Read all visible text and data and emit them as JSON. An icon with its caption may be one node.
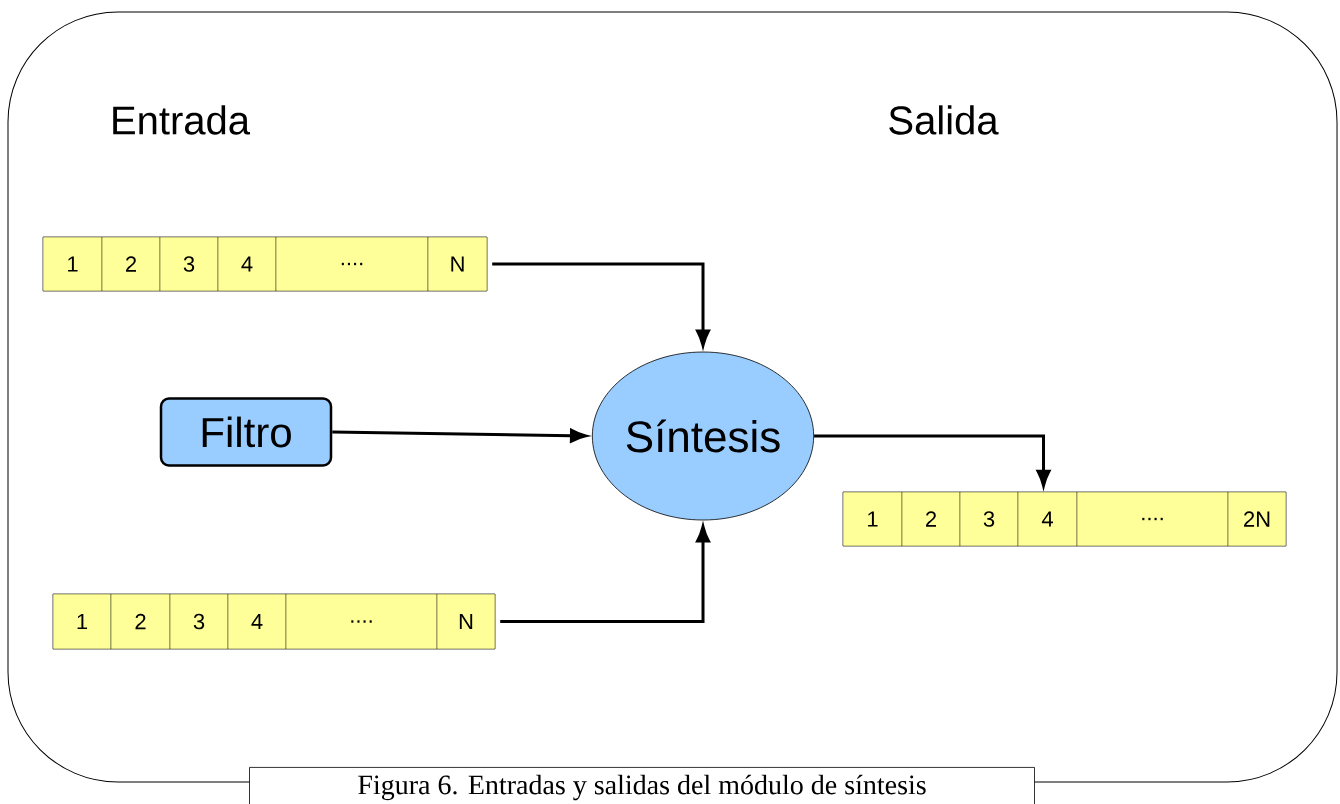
{
  "diagram": {
    "caption": "Figura 6. Entradas y salidas del módulo de síntesis",
    "nodes": [
      {
        "text": [
          "1",
          "2",
          "3",
          "4",
          "....",
          "N"
        ]
      },
      {
        "text": [
          "Filtro"
        ]
      },
      {
        "text": [
          "Síntesis"
        ]
      },
      {
        "text": [
          "1",
          "2",
          "3",
          "4",
          "....",
          "N"
        ]
      },
      {
        "text": [
          "1",
          "2",
          "3",
          "4",
          "....",
          "2N"
        ]
      }
    ],
    "edges": [
      {
        "from": 0,
        "to": 2,
        "arrow": "to"
      },
      {
        "from": 1,
        "to": 2,
        "arrow": "to"
      },
      {
        "from": 3,
        "to": 2,
        "arrow": "to"
      },
      {
        "from": 2,
        "to": 4,
        "arrow": "to"
      }
    ],
    "labels": [
      "Entrada",
      "Salida"
    ]
  }
}
